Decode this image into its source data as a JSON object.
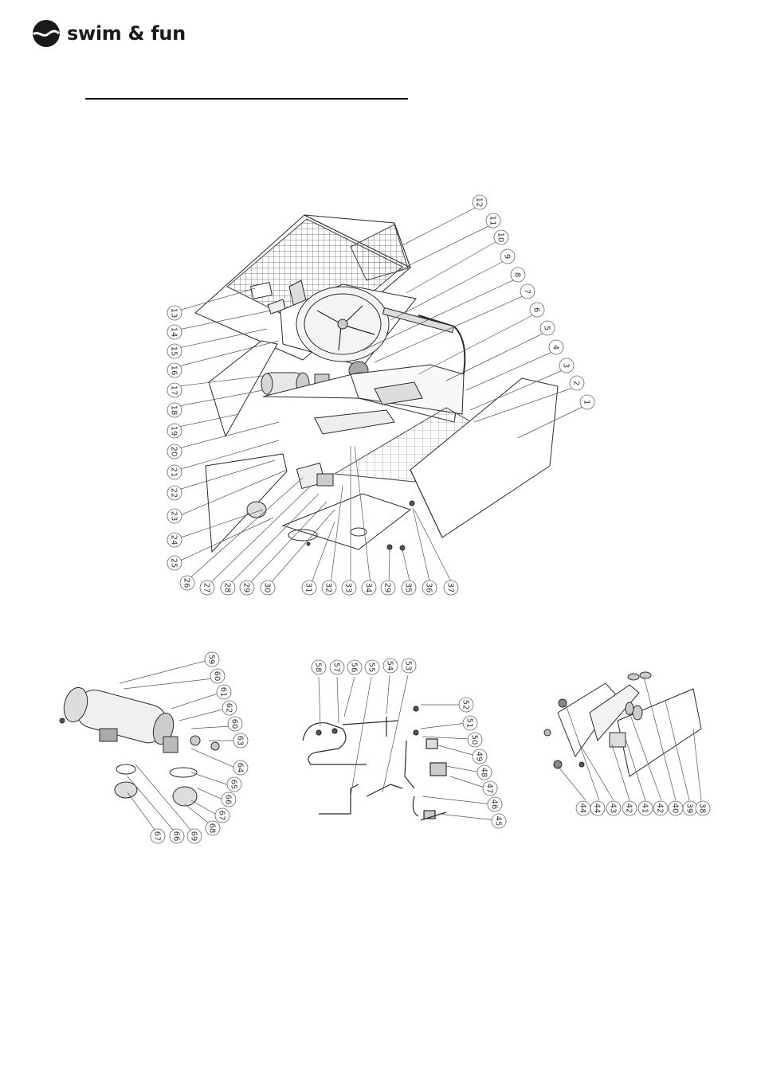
{
  "header": {
    "brand": "swim & fun"
  },
  "main_callouts": [
    "12",
    "11",
    "10",
    "9",
    "8",
    "7",
    "6",
    "5",
    "4",
    "3",
    "2",
    "1",
    "13",
    "14",
    "15",
    "16",
    "17",
    "18",
    "19",
    "20",
    "21",
    "22",
    "23",
    "24",
    "25",
    "26",
    "27",
    "28",
    "29",
    "30",
    "31",
    "32",
    "33",
    "34",
    "29",
    "35",
    "36",
    "37"
  ],
  "left_callouts": [
    "59",
    "60",
    "61",
    "62",
    "60",
    "63",
    "64",
    "65",
    "66",
    "67",
    "67",
    "66",
    "69",
    "68"
  ],
  "middle_callouts": [
    "58",
    "57",
    "56",
    "55",
    "54",
    "53",
    "52",
    "51",
    "50",
    "49",
    "48",
    "47",
    "46",
    "45"
  ],
  "right_callouts": [
    "44",
    "44",
    "43",
    "42",
    "41",
    "42",
    "40",
    "39",
    "38"
  ]
}
